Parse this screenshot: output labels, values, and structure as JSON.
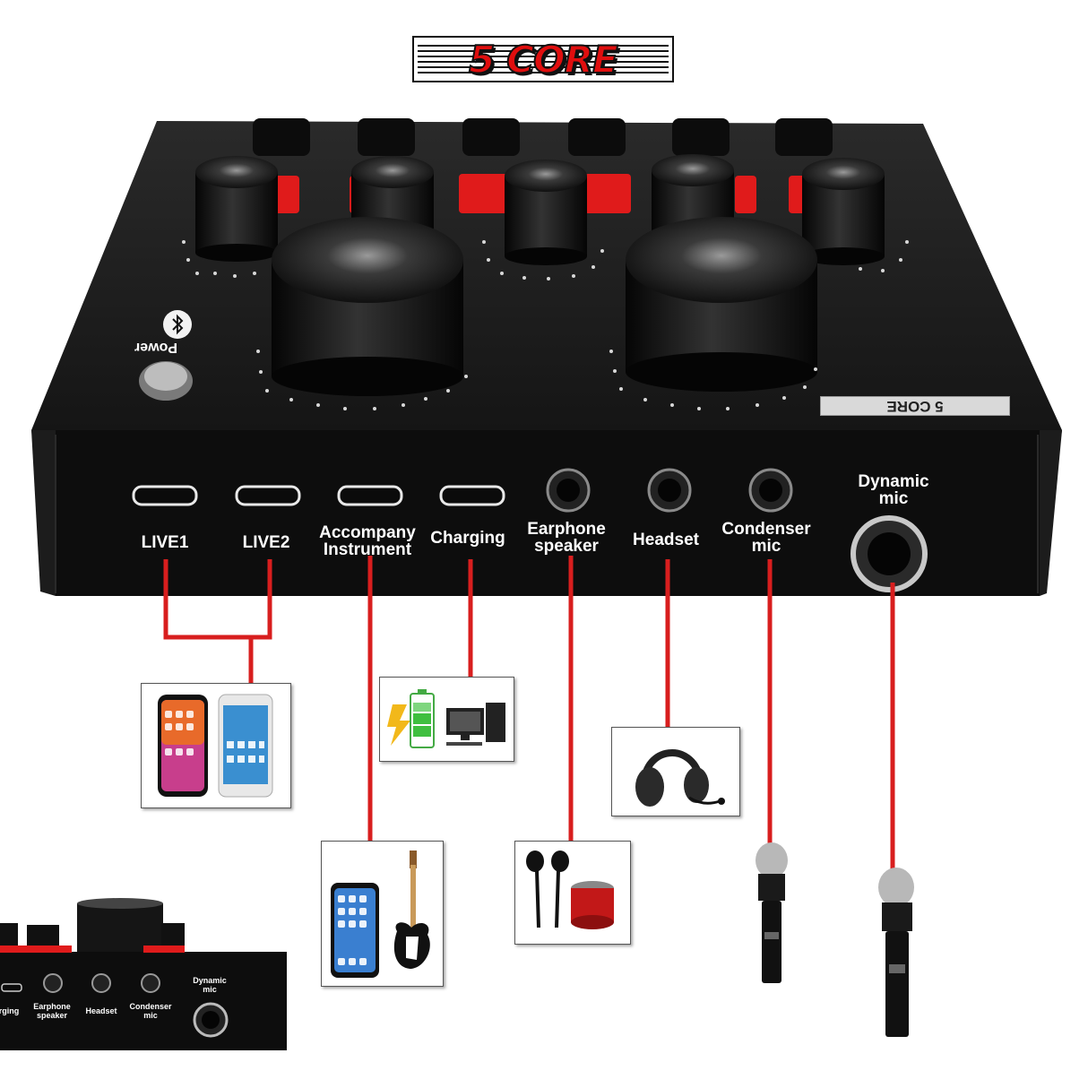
{
  "brand": {
    "logo_text": "5 CORE",
    "plate_text": "5 CORE"
  },
  "device": {
    "power_label": "Power",
    "bluetooth_icon": "bluetooth-icon",
    "ports": [
      {
        "id": "live1",
        "label": "LIVE1",
        "kind": "usb"
      },
      {
        "id": "live2",
        "label": "LIVE2",
        "kind": "usb"
      },
      {
        "id": "accompany",
        "label": "Accompany\nInstrument",
        "kind": "usb"
      },
      {
        "id": "charging",
        "label": "Charging",
        "kind": "usb"
      },
      {
        "id": "earphone",
        "label": "Earphone\nspeaker",
        "kind": "jack"
      },
      {
        "id": "headset",
        "label": "Headset",
        "kind": "jack"
      },
      {
        "id": "condenser",
        "label": "Condenser\nmic",
        "kind": "jack"
      },
      {
        "id": "dynamic",
        "label": "Dynamic\nmic",
        "kind": "big-jack"
      }
    ]
  },
  "connected_devices": [
    {
      "port": "live1+live2",
      "icons": [
        "iphone-icon",
        "android-phone-icon"
      ]
    },
    {
      "port": "charging",
      "icons": [
        "battery-charging-icon",
        "desktop-computer-icon"
      ]
    },
    {
      "port": "headset",
      "icons": [
        "headset-icon"
      ]
    },
    {
      "port": "accompany",
      "icons": [
        "smartphone-icon",
        "electric-guitar-icon"
      ]
    },
    {
      "port": "earphone",
      "icons": [
        "earphones-icon",
        "speaker-icon"
      ]
    },
    {
      "port": "condenser",
      "icons": [
        "wireless-microphone-icon"
      ]
    },
    {
      "port": "dynamic",
      "icons": [
        "wireless-microphone-icon"
      ]
    }
  ],
  "inset": {
    "labels": [
      "rging",
      "Earphone\nspeaker",
      "Headset",
      "Condenser\nmic",
      "Dynamic\nmic"
    ]
  },
  "colors": {
    "device": "#111111",
    "connector_line": "#d81e1e",
    "accent_red": "#e01b1b"
  }
}
